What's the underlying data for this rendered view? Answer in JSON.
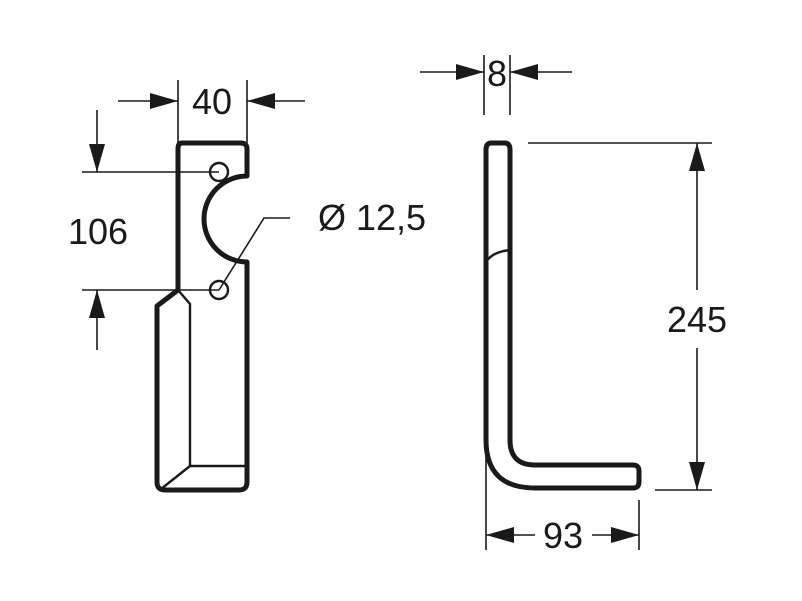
{
  "front_view": {
    "width_label": "40",
    "hole_spacing_label": "106",
    "hole_diameter_label": "Ø 12,5"
  },
  "side_view": {
    "thickness_label": "8",
    "height_label": "245",
    "foot_length_label": "93"
  }
}
